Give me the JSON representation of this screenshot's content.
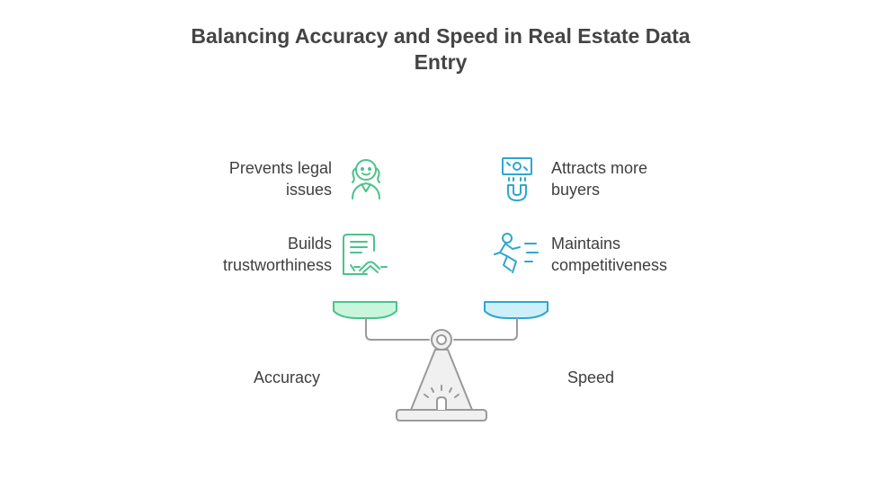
{
  "title": "Balancing Accuracy and Speed in Real Estate Data Entry",
  "left": {
    "side_label": "Accuracy",
    "color": "#4cc38a",
    "fill": "#c9f5dd",
    "items": [
      {
        "label_line1": "Prevents legal",
        "label_line2": "issues",
        "icon": "judge-icon"
      },
      {
        "label_line1": "Builds",
        "label_line2": "trustworthiness",
        "icon": "contract-handshake-icon"
      }
    ]
  },
  "right": {
    "side_label": "Speed",
    "color": "#2ea6cf",
    "fill": "#cdeffa",
    "items": [
      {
        "label_line1": "Attracts more",
        "label_line2": "buyers",
        "icon": "money-magnet-icon"
      },
      {
        "label_line1": "Maintains",
        "label_line2": "competitiveness",
        "icon": "running-person-icon"
      }
    ]
  },
  "scale": {
    "stroke": "#9a9a9a",
    "fill": "#f0f0f0"
  }
}
